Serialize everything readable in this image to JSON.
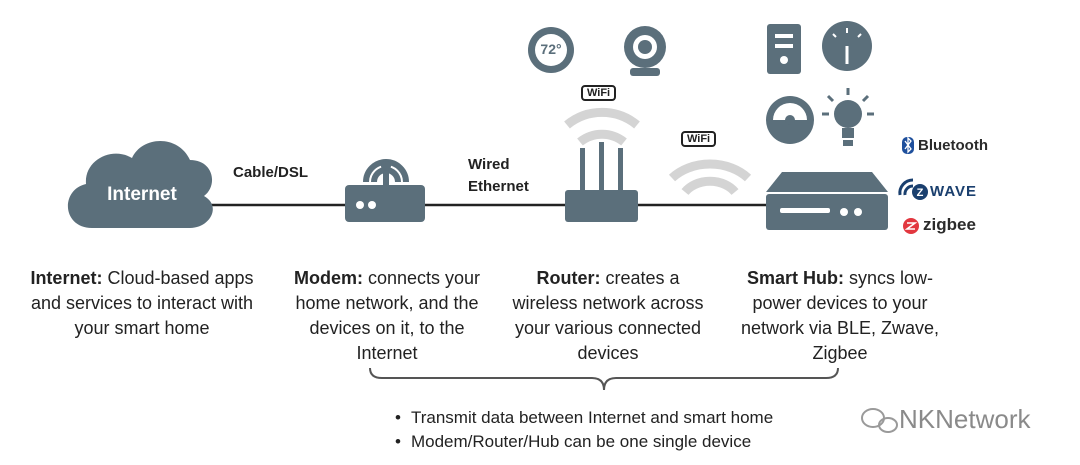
{
  "diagram": {
    "internet_cloud_label": "Internet",
    "links": {
      "cable_dsl": "Cable/DSL",
      "wired_ethernet_line1": "Wired",
      "wired_ethernet_line2": "Ethernet"
    },
    "wifi_badge_text": "WiFi",
    "thermostat_reading": "72°",
    "protocols": {
      "bluetooth": "Bluetooth",
      "zwave": "WAVE",
      "zigbee": "zigbee"
    },
    "descriptions": {
      "internet": {
        "title": "Internet:",
        "text": "Cloud-based apps and services to interact with your smart home"
      },
      "modem": {
        "title": "Modem:",
        "text": "connects your home network, and the devices on it, to the Internet"
      },
      "router": {
        "title": "Router:",
        "text": "creates a wireless network across your various connected devices"
      },
      "hub": {
        "title": "Smart Hub:",
        "text": "syncs low-power devices to your network via BLE, Zwave, Zigbee"
      }
    },
    "bullets": [
      "Transmit data between Internet and smart home",
      "Modem/Router/Hub can be one single device"
    ],
    "watermark": "NKNetwork",
    "colors": {
      "device": "#5b6f7b",
      "wave_gray": "#d4d4d4",
      "line": "#222222",
      "text": "#222222"
    }
  }
}
